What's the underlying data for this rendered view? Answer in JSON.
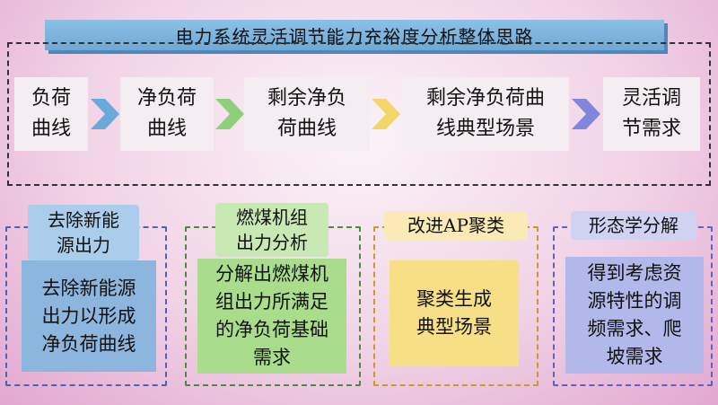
{
  "title": "电力系统灵活调节能力充裕度分析整体思路",
  "flow": {
    "steps": [
      {
        "lines": [
          "负荷",
          "曲线"
        ]
      },
      {
        "lines": [
          "净负荷",
          "曲线"
        ]
      },
      {
        "lines": [
          "剩余净负",
          "荷曲线"
        ]
      },
      {
        "lines": [
          "剩余净负荷曲",
          "线典型场景"
        ]
      },
      {
        "lines": [
          "灵活调",
          "节需求"
        ]
      }
    ],
    "arrow_colors": [
      "#6aaad8",
      "#8ed07a",
      "#f3d668",
      "#7f86dc"
    ]
  },
  "methods": [
    {
      "tag_lines": [
        "去除新能",
        "源出力"
      ],
      "body_lines": [
        "去除新能源",
        "出力以形成",
        "净负荷曲线"
      ],
      "colors": {
        "frame": "#4a63b8",
        "tag": "#a9cdea",
        "body": "#8db6de"
      }
    },
    {
      "tag_lines": [
        "燃煤机组",
        "出力分析"
      ],
      "body_lines": [
        "分解出燃煤机",
        "组出力所满足",
        "的净负荷基础",
        "需求"
      ],
      "colors": {
        "frame": "#4d8a3e",
        "tag": "#c8e8b4",
        "body": "#a9dd8c"
      }
    },
    {
      "tag_lines": [
        "改进AP聚类"
      ],
      "body_lines": [
        "聚类生成",
        "典型场景"
      ],
      "colors": {
        "frame": "#c79a2a",
        "tag": "#fbeab6",
        "body": "#f7df88"
      }
    },
    {
      "tag_lines": [
        "形态学分解"
      ],
      "body_lines": [
        "得到考虑资",
        "源特性的调",
        "频需求、爬",
        "坡需求"
      ],
      "colors": {
        "frame": "#5a62c2",
        "tag": "#d0d2f2",
        "body": "#b2b8ea"
      }
    }
  ]
}
